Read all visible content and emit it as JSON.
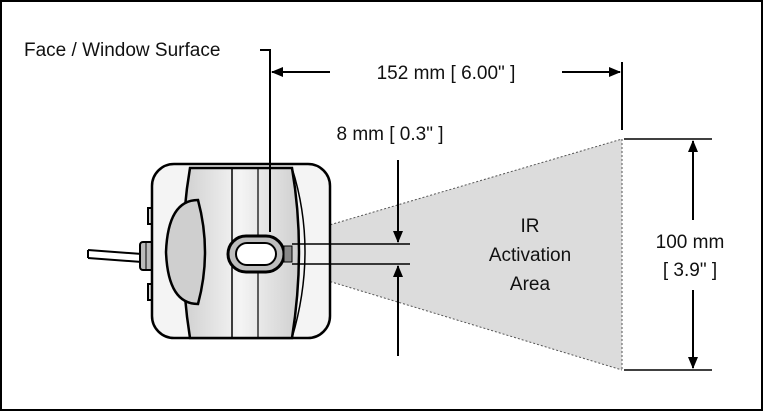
{
  "labels": {
    "face_surface": "Face / Window Surface",
    "range": "152 mm [ 6.00\" ]",
    "window_height": "8 mm [ 0.3\" ]",
    "zone_line1": "IR",
    "zone_line2": "Activation",
    "zone_line3": "Area",
    "zone_height_mm": "100 mm",
    "zone_height_in": "[ 3.9\" ]"
  },
  "colors": {
    "zone_fill": "#dcdcdc",
    "device_fill": "#e8e8e8",
    "line": "#000000"
  }
}
